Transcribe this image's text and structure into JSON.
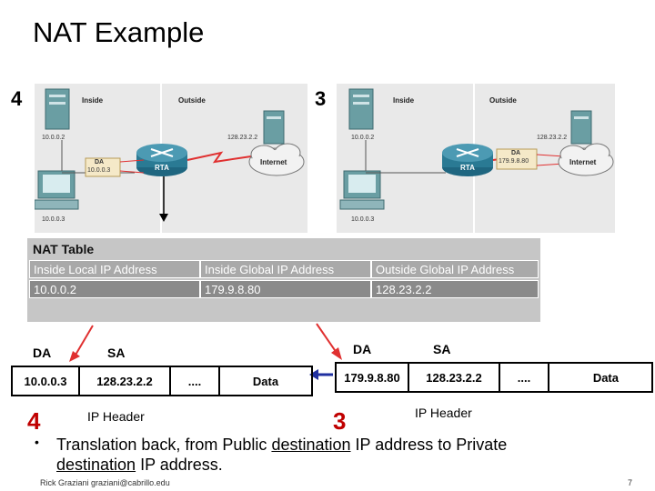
{
  "title": "NAT Example",
  "left_step_label": "4",
  "right_step_label": "3",
  "left_diagram": {
    "inside_label": "Inside",
    "outside_label": "Outside",
    "host_top_ip": "10.0.0.2",
    "host_bottom_ip": "10.0.0.3",
    "router_label": "RTA",
    "server_ip": "128.23.2.2",
    "internet_label": "Internet",
    "da_label": "DA",
    "da_value": "10.0.0.3"
  },
  "right_diagram": {
    "inside_label": "Inside",
    "outside_label": "Outside",
    "host_top_ip": "10.0.0.2",
    "host_bottom_ip": "10.0.0.3",
    "router_label": "RTA",
    "server_ip": "128.23.2.2",
    "internet_label": "Internet",
    "da_label": "DA",
    "da_value": "179.9.8.80"
  },
  "nat_table": {
    "title": "NAT Table",
    "headers": [
      "Inside Local IP Address",
      "Inside Global IP Address",
      "Outside Global IP Address"
    ],
    "rows": [
      [
        "10.0.0.2",
        "179.9.8.80",
        "128.23.2.2"
      ]
    ]
  },
  "left_packet": {
    "da_label": "DA",
    "sa_label": "SA",
    "fields": [
      "10.0.0.3",
      "128.23.2.2",
      "....",
      "Data"
    ],
    "step": "4",
    "header_label": "IP Header"
  },
  "right_packet": {
    "da_label": "DA",
    "sa_label": "SA",
    "fields": [
      "179.9.8.80",
      "128.23.2.2",
      "....",
      "Data"
    ],
    "step": "3",
    "header_label": "IP Header"
  },
  "bullet": "Translation back, from Public destination IP address to Private destination IP address.",
  "bullet_parts": {
    "p1": "Translation back, from Public ",
    "u1": "destination",
    "p2": " IP address to Private",
    "u2": "destination",
    "p3": " IP address."
  },
  "footer_author": "Rick Graziani  graziani@cabrillo.edu",
  "page_number": "7",
  "colors": {
    "step_red": "#c00000",
    "arrow_red": "#e03030",
    "arrow_blue": "#2030a0",
    "nat_bg": "#c6c6c6",
    "nat_cell": "#a9a9a9",
    "router_blue": "#2a7a94",
    "server_teal": "#6a9ea3",
    "cloud": "#f2f2f2"
  }
}
